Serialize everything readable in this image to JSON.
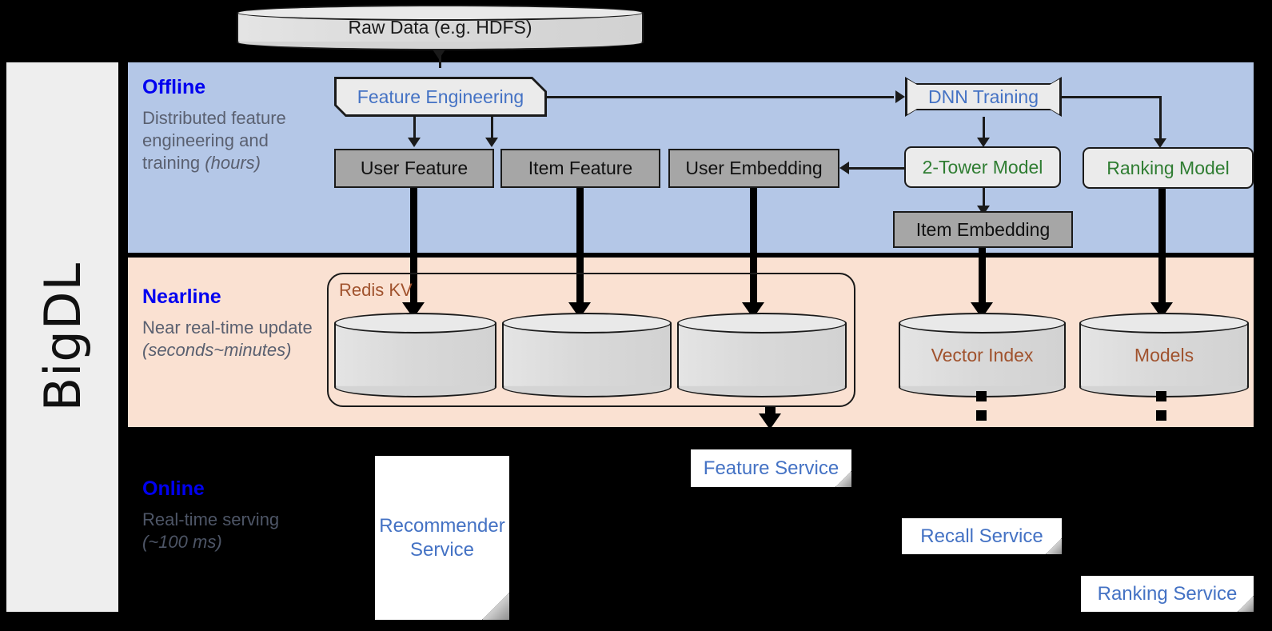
{
  "platform": {
    "name": "BigDL"
  },
  "source": {
    "label": "Raw Data (e.g. HDFS)"
  },
  "bands": {
    "offline": {
      "title": "Offline",
      "description": "Distributed feature engineering and training",
      "latency": "(hours)"
    },
    "nearline": {
      "title": "Nearline",
      "description": "Near real-time update",
      "latency": "(seconds~minutes)"
    },
    "online": {
      "title": "Online",
      "description": "Real-time serving",
      "latency": "(~100 ms)"
    }
  },
  "offline_nodes": {
    "feature_engineering": "Feature Engineering",
    "dnn_training": "DNN Training",
    "user_feature": "User Feature",
    "item_feature": "Item Feature",
    "user_embedding": "User Embedding",
    "two_tower_model": "2-Tower Model",
    "ranking_model": "Ranking Model",
    "item_embedding": "Item Embedding"
  },
  "nearline_nodes": {
    "redis_kv": "Redis KV",
    "store_user_feature": "",
    "store_item_feature": "",
    "store_user_embedding": "",
    "vector_index": "Vector Index",
    "models": "Models"
  },
  "online_nodes": {
    "recommender_service": "Recommender Service",
    "feature_service": "Feature Service",
    "recall_service": "Recall Service",
    "ranking_service": "Ranking Service"
  },
  "colors": {
    "offline_band": "#b4c7e7",
    "nearline_band": "#fae1d2",
    "online_band": "#000000",
    "band_title": "#0000f0",
    "blue_node_text": "#4472c4",
    "green_node_text": "#2f7d32",
    "store_text": "#a0522d",
    "gray_box": "#a6a6a6",
    "sidebar": "#eeeeee"
  }
}
